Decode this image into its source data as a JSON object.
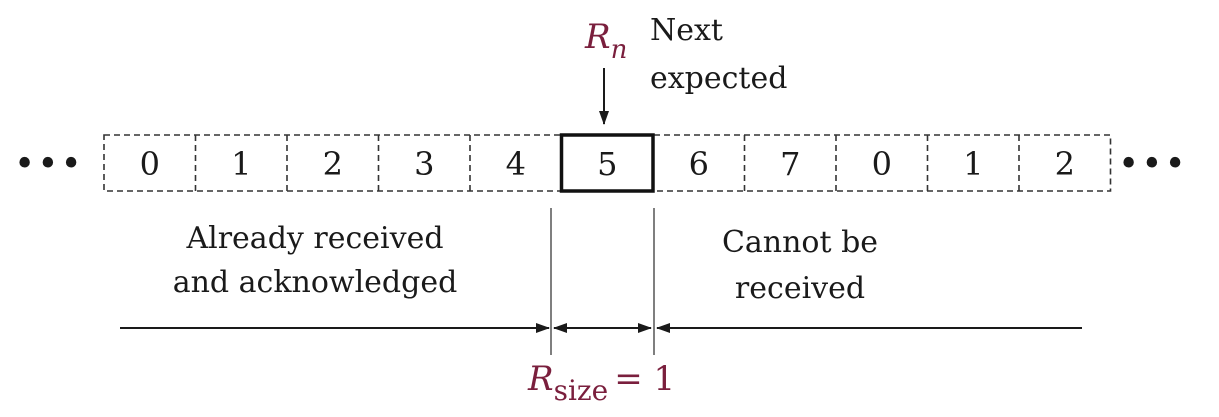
{
  "pointer": {
    "symbol": "R",
    "subscript": "n",
    "caption_line1": "Next",
    "caption_line2": "expected"
  },
  "ellipsis": {
    "left": "•••",
    "right": "•••"
  },
  "sequence": {
    "cells": [
      "0",
      "1",
      "2",
      "3",
      "4",
      "5",
      "6",
      "7",
      "0",
      "1",
      "2"
    ],
    "highlighted_index": 5
  },
  "regions": {
    "left_label_line1": "Already received",
    "left_label_line2": "and acknowledged",
    "right_label_line1": "Cannot be",
    "right_label_line2": "received"
  },
  "window_size": {
    "symbol": "R",
    "subscript": "size",
    "equation": "= 1"
  },
  "colors": {
    "ink": "#1a1a1a",
    "accent": "#7a1f3d",
    "background": "#ffffff"
  }
}
